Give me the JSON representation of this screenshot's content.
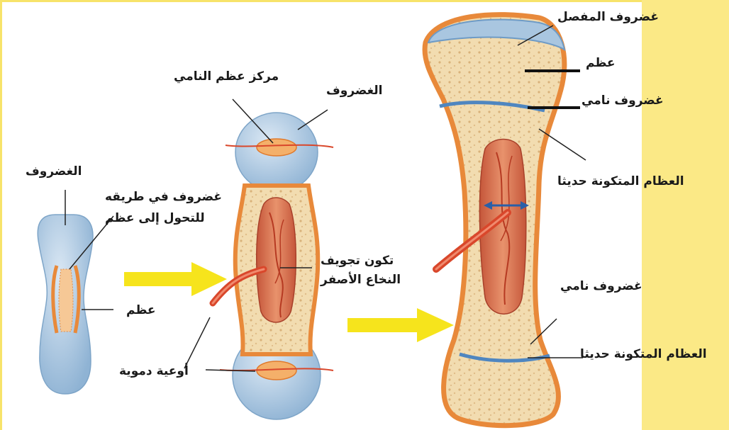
{
  "labels": {
    "cartilage_left": "الغضروف",
    "cartilage_turning_1": "غضروف في طريقه",
    "cartilage_turning_2": "للتحول إلى عظم",
    "bone_left": "عظم",
    "ossification_center": "مركز عظم النامي",
    "cartilage_middle": "الغضروف",
    "marrow_cavity_1": "تكون  تجويف",
    "marrow_cavity_2": "النخاع الأصفر",
    "blood_vessels": "أوعية دموية",
    "articular_cartilage": "غضروف المفصل",
    "bone_right": "عظم",
    "growth_cartilage_top": "غضروف نامي",
    "new_bone_top": "العظام المتكونة حديثا",
    "growth_cartilage_bottom": "غضروف نامي",
    "new_bone_bottom": "العظام المتكونة حديثا"
  },
  "colors": {
    "side_panel": "#fbe986",
    "arrow": "#f6e41c",
    "cartilage": "#a9c6e0",
    "bone_fill": "#f4dcae",
    "bone_edge": "#e8893a",
    "vessel": "#d9472b"
  }
}
